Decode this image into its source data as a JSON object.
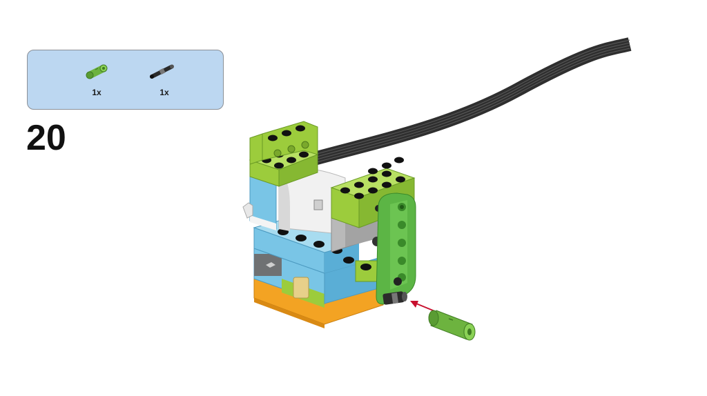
{
  "step": {
    "number": "20"
  },
  "parts_list": {
    "items": [
      {
        "name": "green-connector-peg",
        "quantity": "1x",
        "color": "#77c043"
      },
      {
        "name": "black-axle-pin",
        "quantity": "1x",
        "color": "#2b2b2b"
      }
    ]
  },
  "colors": {
    "lime_green": "#9ccc3c",
    "medium_azure": "#79c5e6",
    "bright_green": "#5cb545",
    "orange": "#f3a323",
    "white_motor": "#f1f1f1",
    "cable": "#3a3a3a",
    "arrow": "#c8102e",
    "callout_bg": "#bcd7f1"
  }
}
